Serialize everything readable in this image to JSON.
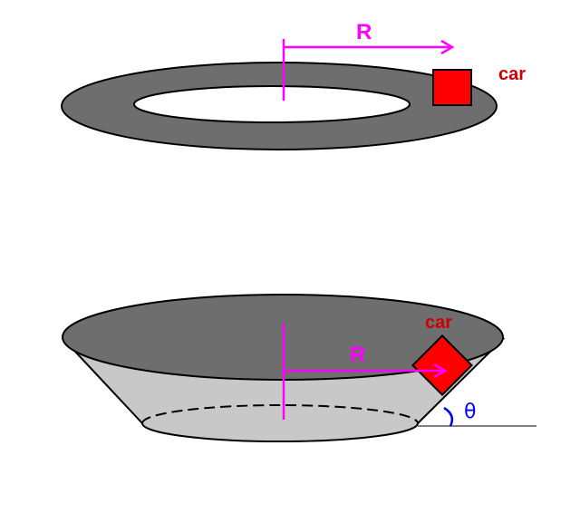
{
  "diagram": {
    "flat_track": {
      "radius_label": "R",
      "car_label": "car"
    },
    "banked_track": {
      "radius_label": "R",
      "car_label": "car",
      "angle_label": "θ"
    },
    "colors": {
      "track_top": "#6e6e6e",
      "track_side": "#c8c8c8",
      "radius": "#ff00ff",
      "car": "#ff0000",
      "car_label": "#cc0000",
      "angle": "#0000ff",
      "ground_line": "#808080"
    }
  }
}
